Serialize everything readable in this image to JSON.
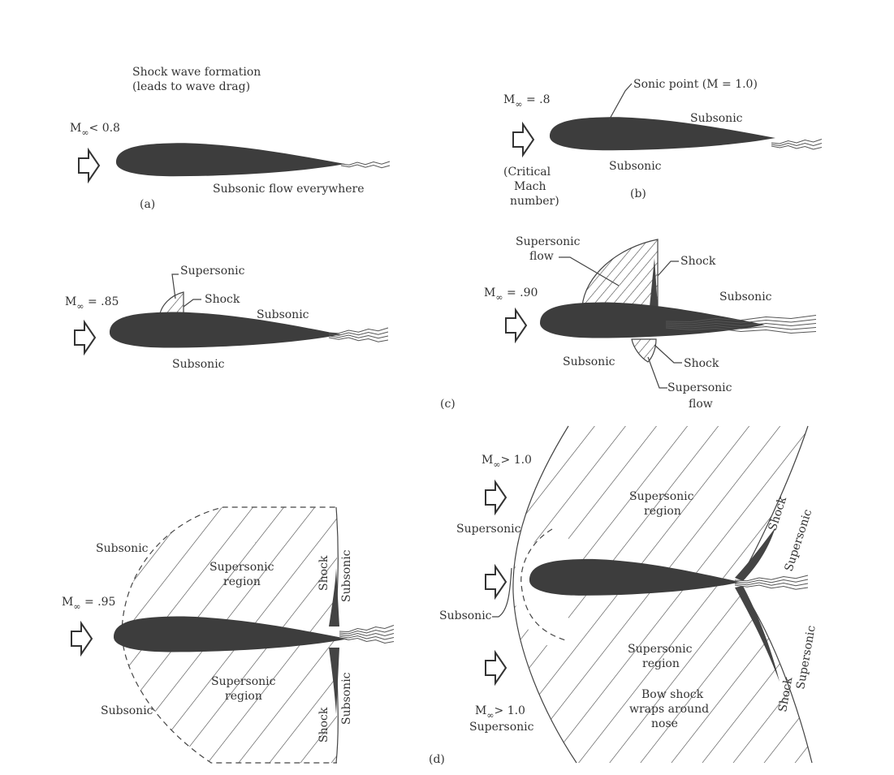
{
  "panel_a": {
    "title_line1": "Shock wave formation",
    "title_line2": "(leads to wave drag)",
    "mach": {
      "m": "M",
      "sub": "∞",
      "rest": "< 0.8"
    },
    "flow_label": "Subsonic flow everywhere",
    "caption": "(a)"
  },
  "panel_b": {
    "mach": {
      "m": "M",
      "sub": "∞",
      "rest": " = .8"
    },
    "sonic_point": "Sonic point (M = 1.0)",
    "upper": "Subsonic",
    "lower": "Subsonic",
    "critical_line1": "(Critical",
    "critical_line2": "Mach",
    "critical_line3": "number)",
    "caption": "(b)"
  },
  "panel_c_left": {
    "mach": {
      "m": "M",
      "sub": "∞",
      "rest": " = .85"
    },
    "supersonic": "Supersonic",
    "shock": "Shock",
    "upper": "Subsonic",
    "lower": "Subsonic"
  },
  "panel_c_right": {
    "mach": {
      "m": "M",
      "sub": "∞",
      "rest": " = .90"
    },
    "supersonic_flow_top_1": "Supersonic",
    "supersonic_flow_top_2": "flow",
    "shock_top": "Shock",
    "upper": "Subsonic",
    "lower": "Subsonic",
    "shock_bottom": "Shock",
    "supersonic_flow_bottom_1": "Supersonic",
    "supersonic_flow_bottom_2": "flow",
    "caption": "(c)"
  },
  "panel_d_left": {
    "mach": {
      "m": "M",
      "sub": "∞",
      "rest": " = .95"
    },
    "subsonic_top": "Subsonic",
    "subsonic_bottom": "Subsonic",
    "region_top_1": "Supersonic",
    "region_top_2": "region",
    "region_bottom_1": "Supersonic",
    "region_bottom_2": "region",
    "shock_top": "Shock",
    "shock_bottom": "Shock",
    "subsonic_right_top": "Subsonic",
    "subsonic_right_bottom": "Subsonic"
  },
  "panel_d_right": {
    "mach_top": {
      "m": "M",
      "sub": "∞",
      "rest": "> 1.0"
    },
    "mach_bottom": {
      "m": "M",
      "sub": "∞",
      "rest": "> 1.0"
    },
    "supersonic_left_top": "Supersonic",
    "subsonic_nose": "Subsonic",
    "supersonic_left_bottom": "Supersonic",
    "region_top_1": "Supersonic",
    "region_top_2": "region",
    "region_bottom_1": "Supersonic",
    "region_bottom_2": "region",
    "shock_top": "Shock",
    "shock_bottom": "Shock",
    "supersonic_right_top": "Supersonic",
    "supersonic_right_bottom": "Supersonic",
    "bow_1": "Bow shock",
    "bow_2": "wraps around",
    "bow_3": "nose",
    "caption": "(d)"
  }
}
